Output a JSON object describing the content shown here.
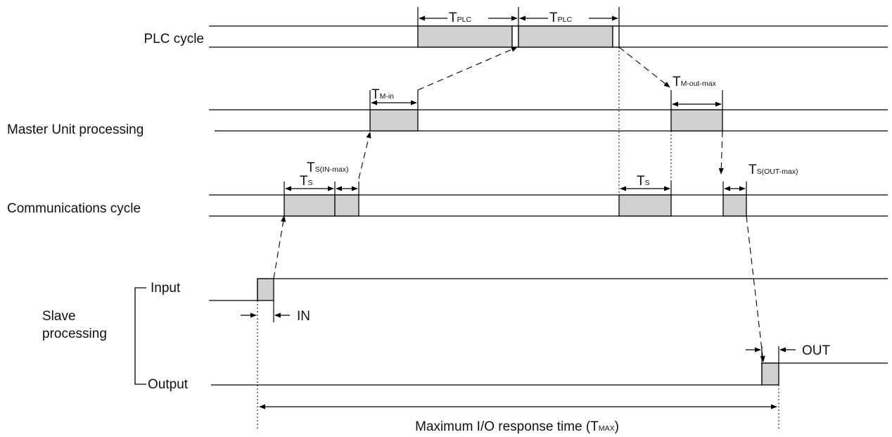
{
  "colors": {
    "box_fill": "#d0d0d0",
    "line": "#000000",
    "background": "#ffffff"
  },
  "rows": {
    "plc": "PLC cycle",
    "master": "Master Unit processing",
    "comm": "Communications cycle",
    "slave_line1": "Slave",
    "slave_line2": "processing",
    "input": "Input",
    "output": "Output"
  },
  "labels": {
    "t_main": "T",
    "plc_sub": "PLC",
    "m_in_sub": "M-in",
    "m_out_sub": "M-out-max",
    "s_in_sub": "S(IN-max)",
    "s_sub": "S",
    "s_out_sub": "S(OUT-max)",
    "in": "IN",
    "out": "OUT",
    "response_prefix": "Maximum I/O response time (T",
    "response_sub": "MAX",
    "response_suffix": ")"
  }
}
